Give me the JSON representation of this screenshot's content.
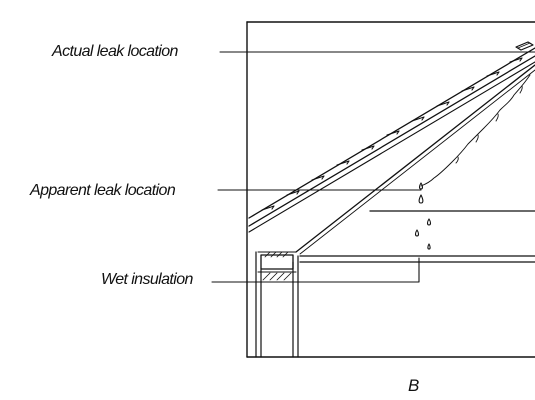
{
  "labels": {
    "actual_leak": "Actual leak location",
    "apparent_leak": "Apparent leak location",
    "wet_insulation": "Wet  insulation",
    "caption": "B"
  },
  "colors": {
    "ink": "#111111",
    "background": "#ffffff"
  }
}
